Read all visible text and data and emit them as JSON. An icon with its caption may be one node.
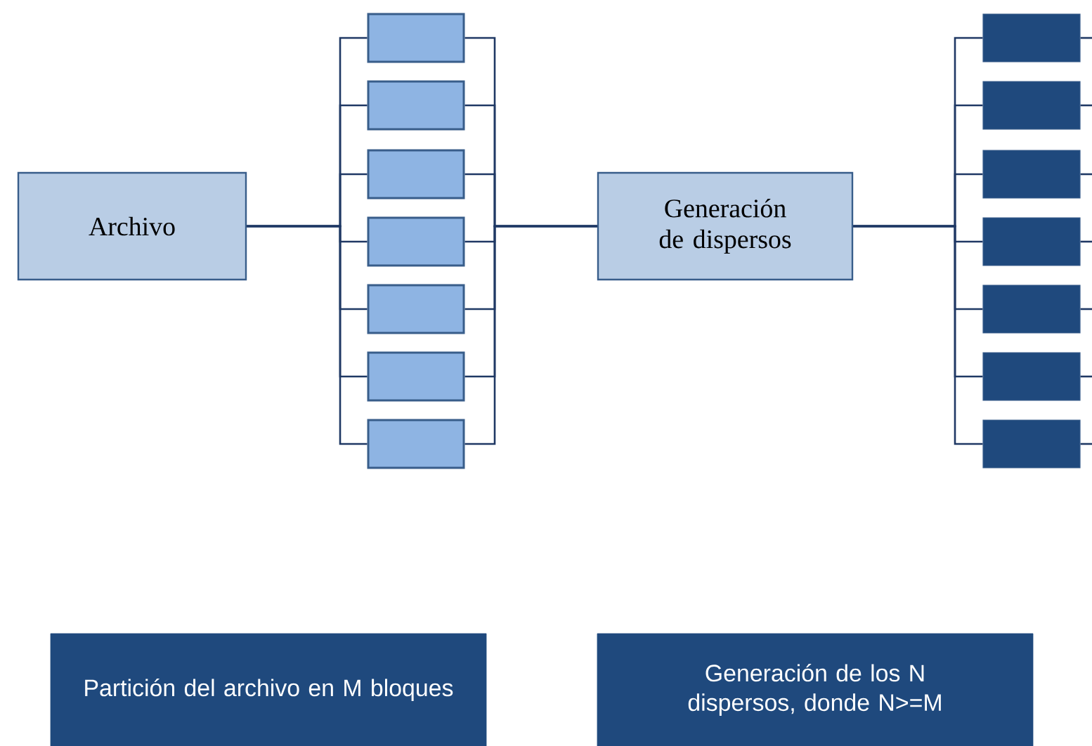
{
  "diagram": {
    "nodes": [
      {
        "text": [
          "Archivo"
        ]
      },
      {
        "text": [],
        "shape": "box"
      },
      {
        "text": [],
        "shape": "box"
      },
      {
        "text": [],
        "shape": "box"
      },
      {
        "text": [],
        "shape": "box"
      },
      {
        "text": [],
        "shape": "box"
      },
      {
        "text": [],
        "shape": "box"
      },
      {
        "text": [],
        "shape": "box"
      },
      {
        "text": [
          "Generación de dispersos"
        ]
      },
      {
        "text": [],
        "shape": "box"
      },
      {
        "text": [],
        "shape": "box"
      },
      {
        "text": [],
        "shape": "box"
      },
      {
        "text": [],
        "shape": "box"
      },
      {
        "text": [],
        "shape": "box"
      },
      {
        "text": [],
        "shape": "box"
      },
      {
        "text": [],
        "shape": "box"
      },
      {
        "text": [
          "Partición del archivo en M bloques"
        ]
      },
      {
        "text": [
          "Generación de los N dispersos, donde N>=M"
        ]
      }
    ],
    "edges": [
      {
        "from": 0,
        "to": 1,
        "arrow": "none"
      },
      {
        "from": 0,
        "to": 2,
        "arrow": "none"
      },
      {
        "from": 0,
        "to": 3,
        "arrow": "none"
      },
      {
        "from": 0,
        "to": 4,
        "arrow": "none"
      },
      {
        "from": 0,
        "to": 5,
        "arrow": "none"
      },
      {
        "from": 0,
        "to": 6,
        "arrow": "none"
      },
      {
        "from": 0,
        "to": 7,
        "arrow": "none"
      },
      {
        "from": 1,
        "to": 8,
        "arrow": "none"
      },
      {
        "from": 2,
        "to": 8,
        "arrow": "none"
      },
      {
        "from": 3,
        "to": 8,
        "arrow": "none"
      },
      {
        "from": 4,
        "to": 8,
        "arrow": "none"
      },
      {
        "from": 5,
        "to": 8,
        "arrow": "none"
      },
      {
        "from": 6,
        "to": 8,
        "arrow": "none"
      },
      {
        "from": 7,
        "to": 8,
        "arrow": "none"
      },
      {
        "from": 8,
        "to": 9,
        "arrow": "none"
      },
      {
        "from": 8,
        "to": 10,
        "arrow": "none"
      },
      {
        "from": 8,
        "to": 11,
        "arrow": "none"
      },
      {
        "from": 8,
        "to": 12,
        "arrow": "none"
      },
      {
        "from": 8,
        "to": 13,
        "arrow": "none"
      },
      {
        "from": 8,
        "to": 14,
        "arrow": "none"
      },
      {
        "from": 8,
        "to": 15,
        "arrow": "none"
      },
      {
        "from": 9,
        "to": null,
        "arrow": "none"
      },
      {
        "from": 10,
        "to": null,
        "arrow": "none"
      },
      {
        "from": 11,
        "to": null,
        "arrow": "none"
      },
      {
        "from": 12,
        "to": null,
        "arrow": "none"
      },
      {
        "from": 13,
        "to": null,
        "arrow": "none"
      },
      {
        "from": 14,
        "to": null,
        "arrow": "none"
      },
      {
        "from": 15,
        "to": null,
        "arrow": "none"
      }
    ]
  }
}
